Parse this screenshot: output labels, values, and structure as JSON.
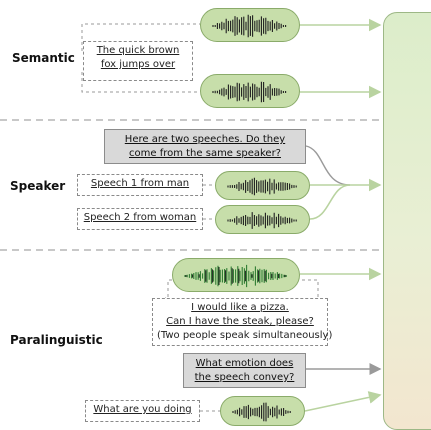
{
  "sections": {
    "semantic": {
      "label": "Semantic",
      "text_lines": [
        "The quick brown",
        "fox jumps over"
      ]
    },
    "speaker": {
      "label": "Speaker",
      "question_lines": [
        "Here are two speeches. Do they",
        "come from the same speaker?"
      ],
      "speech_1": "Speech 1 from man",
      "speech_2": "Speech 2 from woman"
    },
    "paralinguistic": {
      "label": "Paralinguistic",
      "text_lines": [
        "I would like a pizza.",
        "Can I have the steak, please?",
        "(Two people speak simultaneously)"
      ],
      "question_lines": [
        "What emotion does",
        "the speech convey?"
      ],
      "bottom_text": "What are you doing"
    }
  },
  "colors": {
    "pill_fill": "#c7deaa",
    "pill_border": "#8aab6a",
    "waveform": "#1f1f1f",
    "waveform_alt": "#2e7d32",
    "arrow": "#b9d3a0",
    "arrow_gray": "#9a9a9a",
    "divider": "#a8a8a8",
    "panel_top": "#dcedca",
    "panel_bottom": "#f3e6cf"
  },
  "icons": [
    "waveform-icon",
    "arrow-icon"
  ]
}
